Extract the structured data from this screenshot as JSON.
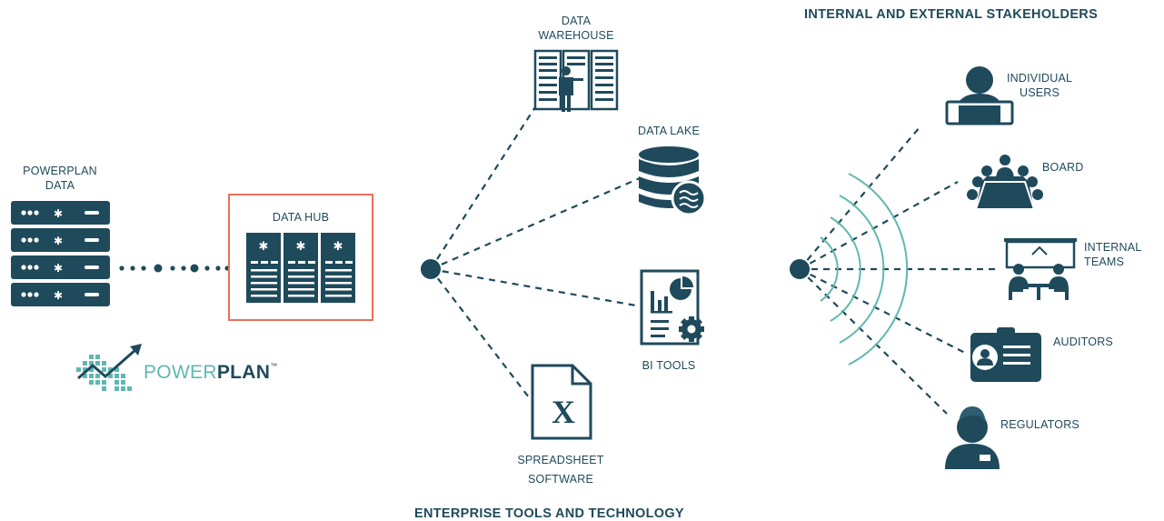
{
  "titles": {
    "stakeholders": "INTERNAL AND EXTERNAL STAKEHOLDERS",
    "enterprise": "ENTERPRISE TOOLS AND TECHNOLOGY"
  },
  "source": {
    "label_line1": "POWERPLAN",
    "label_line2": "DATA"
  },
  "hub": {
    "label": "DATA HUB",
    "border_color": "#e8705a"
  },
  "logo": {
    "word_thin": "POWER",
    "word_bold": "PLAN",
    "trademark": "™"
  },
  "tools": {
    "warehouse_line1": "DATA",
    "warehouse_line2": "WAREHOUSE",
    "lake": "DATA LAKE",
    "bi": "BI TOOLS",
    "spreadsheet_line1": "SPREADSHEET",
    "spreadsheet_line2": "SOFTWARE",
    "spreadsheet_glyph": "X"
  },
  "stakeholders": {
    "individual_line1": "INDIVIDUAL",
    "individual_line2": "USERS",
    "board": "BOARD",
    "internal_line1": "INTERNAL",
    "internal_line2": "TEAMS",
    "auditors": "AUDITORS",
    "regulators": "REGULATORS"
  },
  "colors": {
    "primary": "#1f4a5c",
    "accent_teal": "#5fb8b0",
    "hub_border": "#e8705a"
  }
}
